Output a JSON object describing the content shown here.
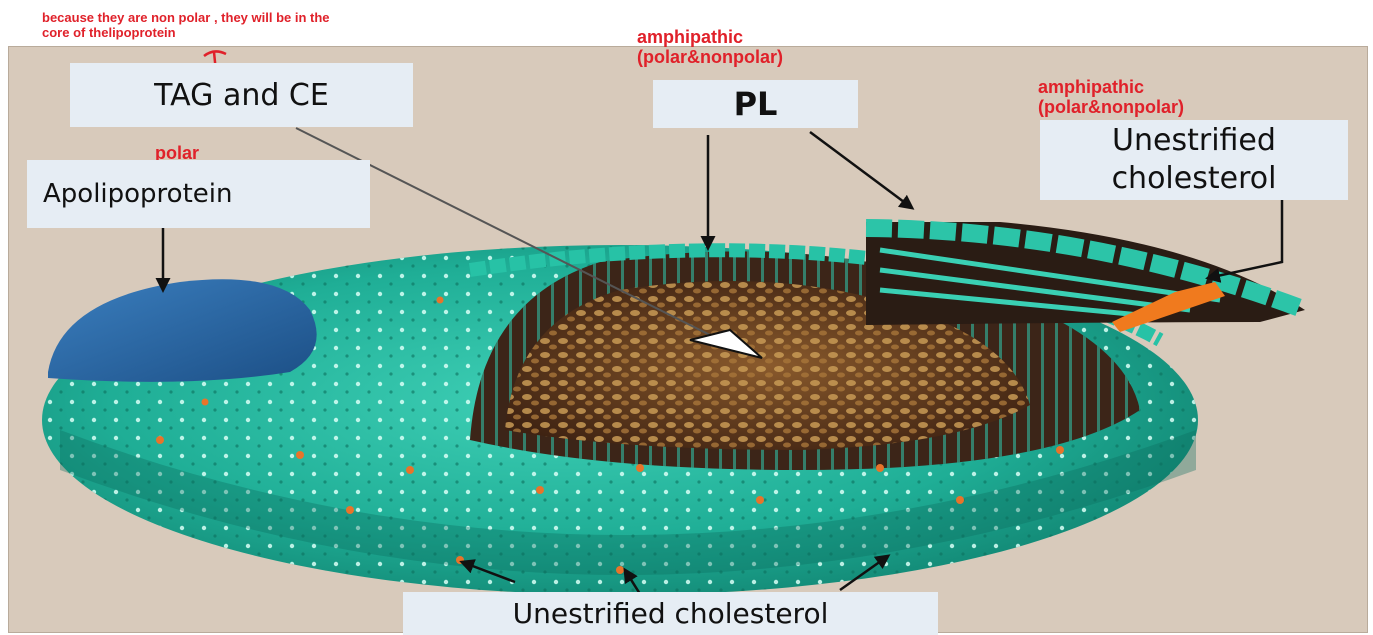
{
  "annotations": {
    "core_note_line1": "because they are non polar , they will be in the",
    "core_note_line2": "core of thelipoprotein",
    "pl_note_line1": "amphipathic",
    "pl_note_line2": "(polar&nonpolar)",
    "chol_note_line1": "amphipathic",
    "chol_note_line2": "(polar&nonpolar)",
    "apo_note": "polar"
  },
  "labels": {
    "tag_ce": "TAG and CE",
    "pl": "PL",
    "unestrified_top_line1": "Unestrified",
    "unestrified_top_line2": "cholesterol",
    "apolipoprotein": "Apolipoprotein",
    "unestrified_bottom": "Unestrified cholesterol"
  },
  "colors": {
    "annotation_red": "#e0212a",
    "background": "#d8cabb",
    "label_box": "#e6edf4",
    "shell_teal": "#1fb39a",
    "apo_blue": "#2a69a8",
    "core_brown": "#6a3f20",
    "cholesterol_orange": "#f07a1e"
  }
}
